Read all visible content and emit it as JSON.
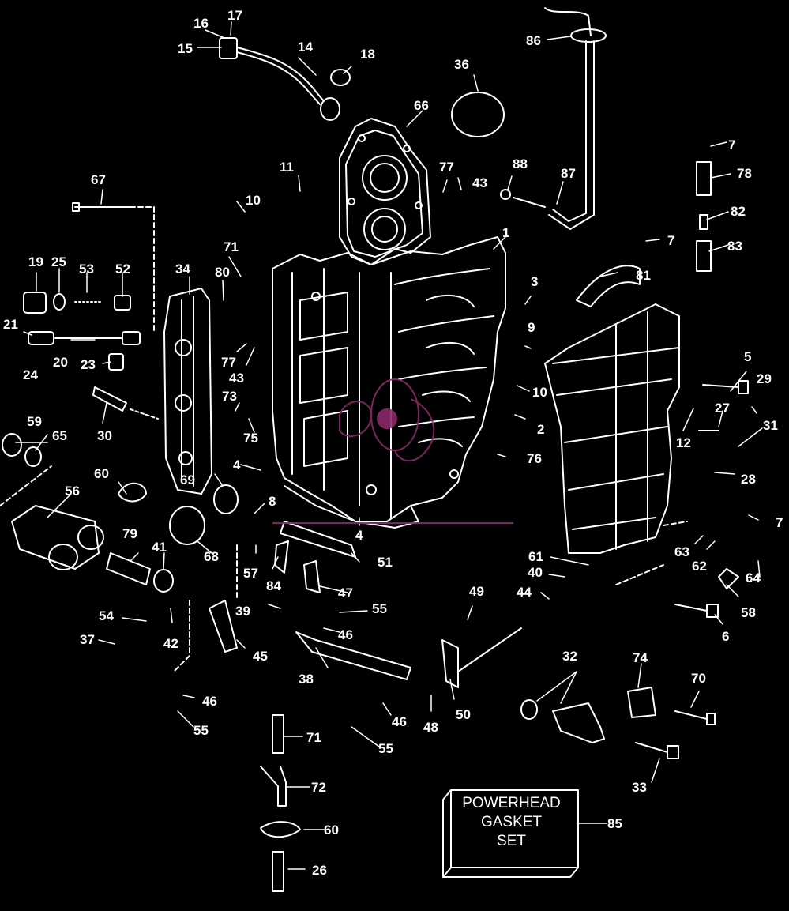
{
  "callouts": {
    "c1": "1",
    "c2": "2",
    "c3": "3",
    "c4a": "4",
    "c4b": "4",
    "c5": "5",
    "c6": "6",
    "c7a": "7",
    "c7b": "7",
    "c7c": "7",
    "c8": "8",
    "c9": "9",
    "c10a": "10",
    "c10b": "10",
    "c11": "11",
    "c12": "12",
    "c14": "14",
    "c15": "15",
    "c16": "16",
    "c17": "17",
    "c18": "18",
    "c19": "19",
    "c20": "20",
    "c21": "21",
    "c23": "23",
    "c24": "24",
    "c25": "25",
    "c26": "26",
    "c27": "27",
    "c28": "28",
    "c29": "29",
    "c30": "30",
    "c31": "31",
    "c32": "32",
    "c33": "33",
    "c34": "34",
    "c36": "36",
    "c37": "37",
    "c38": "38",
    "c39": "39",
    "c40": "40",
    "c41": "41",
    "c42": "42",
    "c43a": "43",
    "c43b": "43",
    "c44": "44",
    "c45": "45",
    "c46a": "46",
    "c46b": "46",
    "c46c": "46",
    "c47": "47",
    "c48": "48",
    "c49": "49",
    "c50": "50",
    "c51": "51",
    "c52": "52",
    "c53": "53",
    "c54": "54",
    "c55a": "55",
    "c55b": "55",
    "c55c": "55",
    "c56": "56",
    "c57": "57",
    "c58": "58",
    "c59": "59",
    "c60a": "60",
    "c60b": "60",
    "c61": "61",
    "c62": "62",
    "c63": "63",
    "c64": "64",
    "c65": "65",
    "c66": "66",
    "c67": "67",
    "c68": "68",
    "c69": "69",
    "c70": "70",
    "c71a": "71",
    "c71b": "71",
    "c72": "72",
    "c73": "73",
    "c74": "74",
    "c75": "75",
    "c76": "76",
    "c77a": "77",
    "c77b": "77",
    "c78": "78",
    "c79": "79",
    "c80": "80",
    "c81": "81",
    "c82": "82",
    "c83": "83",
    "c84": "84",
    "c85": "85",
    "c86": "86",
    "c87": "87",
    "c88": "88"
  },
  "gasket_set": {
    "line1": "POWERHEAD",
    "line2": "GASKET",
    "line3": "SET"
  },
  "colors": {
    "background": "#000000",
    "line_art": "#ffffff",
    "watermark": "#8a2a6a"
  }
}
